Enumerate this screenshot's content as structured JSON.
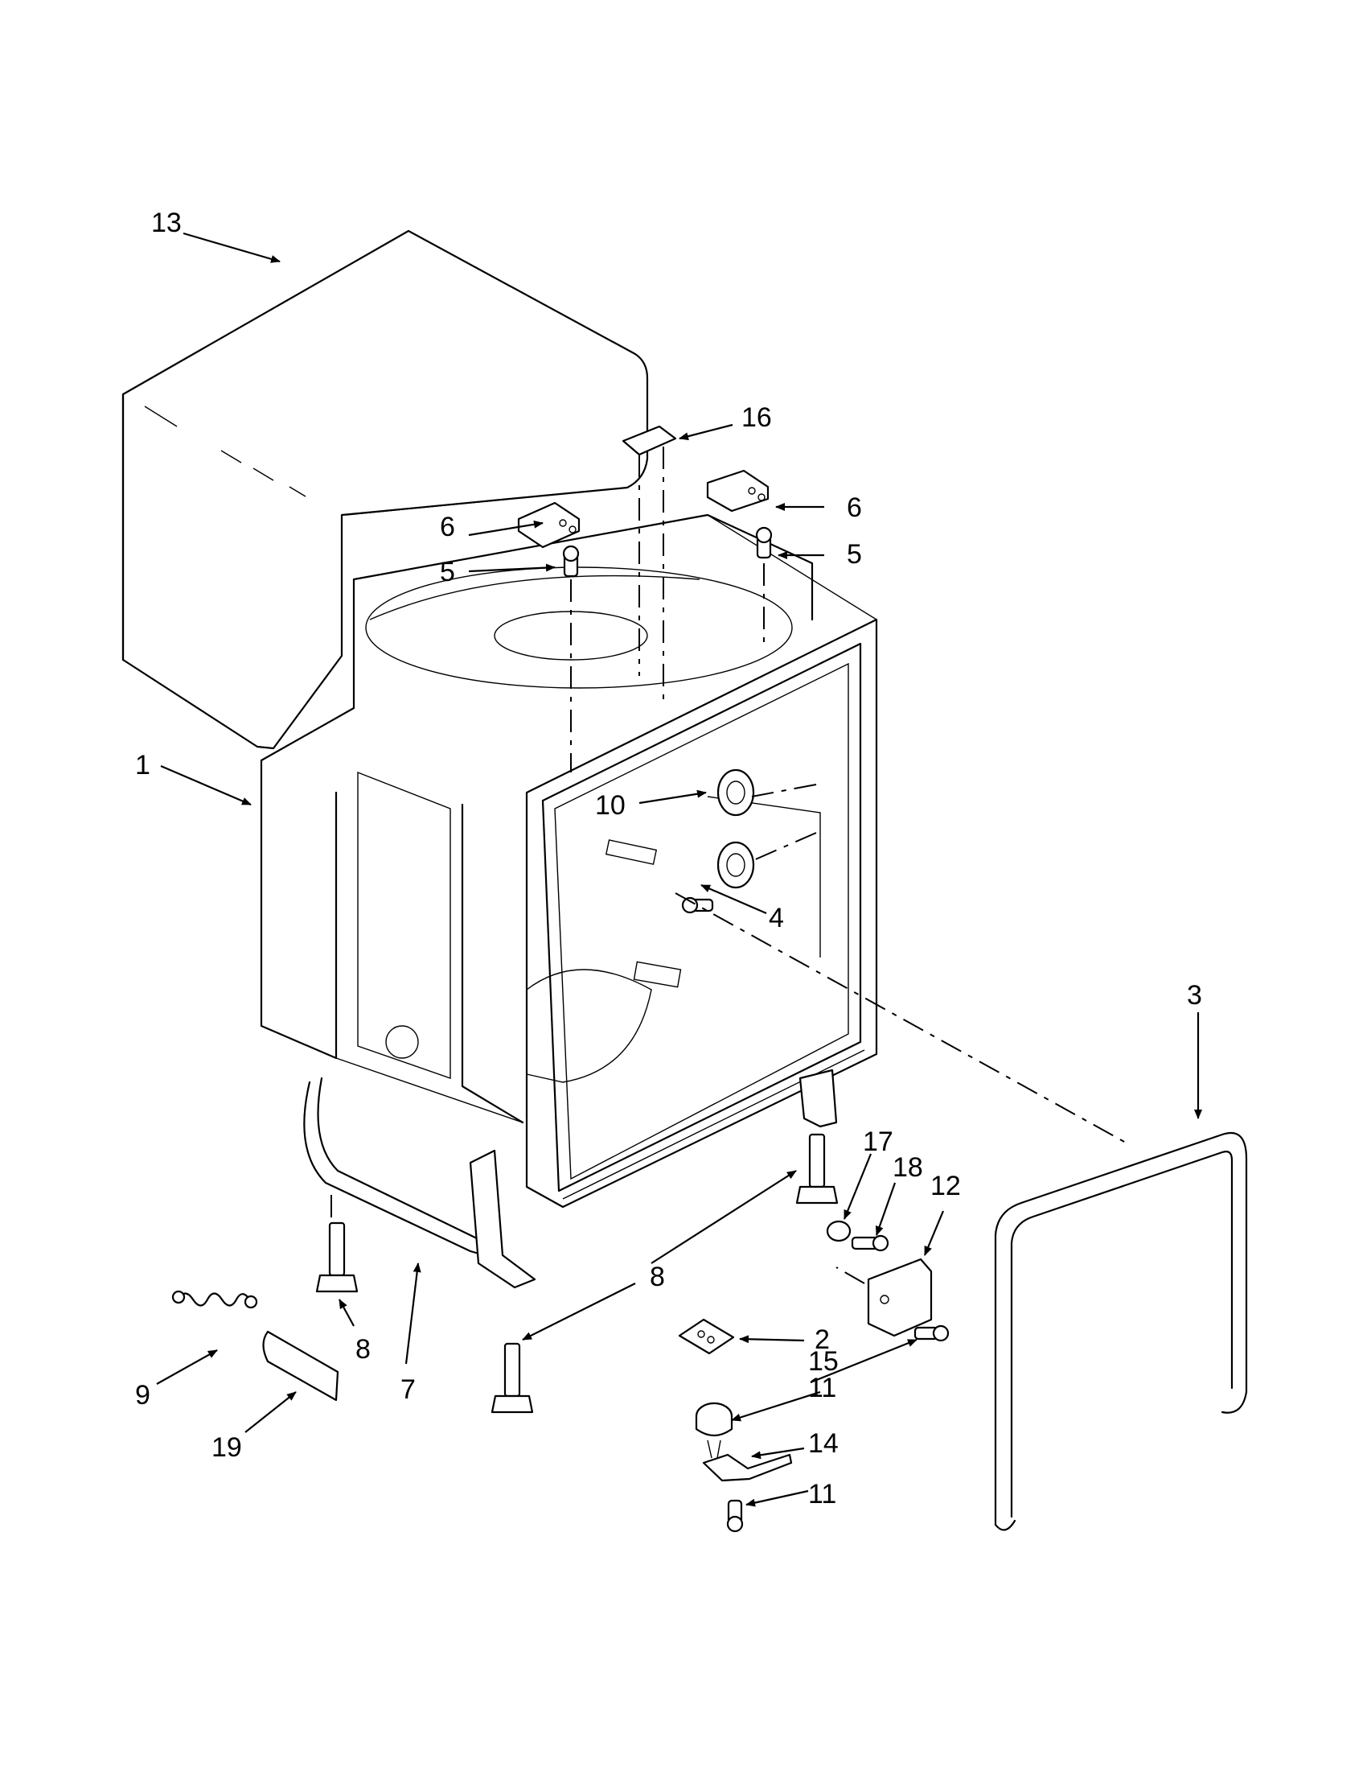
{
  "callouts": {
    "c1": "1",
    "c2": "2",
    "c3": "3",
    "c4": "4",
    "c5a": "5",
    "c5b": "5",
    "c6a": "6",
    "c6b": "6",
    "c7": "7",
    "c8a": "8",
    "c8b": "8",
    "c9": "9",
    "c10": "10",
    "c11a": "11",
    "c11b": "11",
    "c12": "12",
    "c13": "13",
    "c14": "14",
    "c15": "15",
    "c16": "16",
    "c17": "17",
    "c18": "18",
    "c19": "19"
  }
}
